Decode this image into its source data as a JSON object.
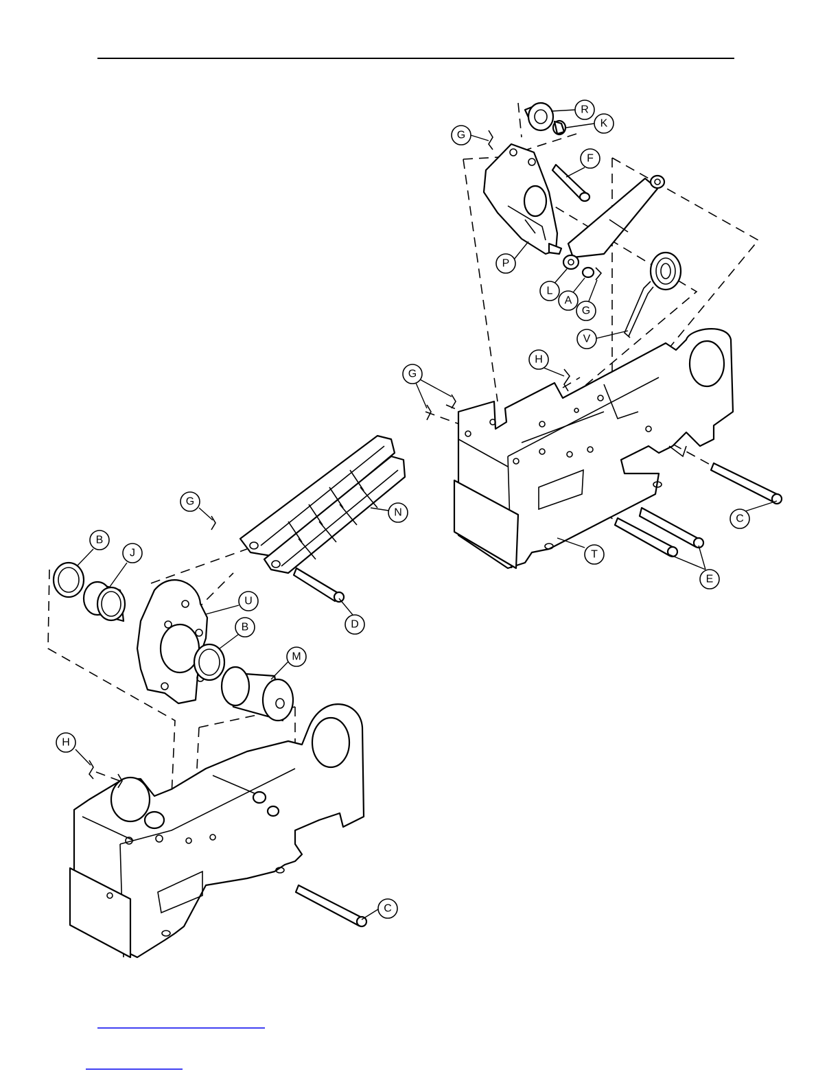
{
  "callouts": [
    {
      "id": "R",
      "label": "R"
    },
    {
      "id": "K",
      "label": "K"
    },
    {
      "id": "G1",
      "label": "G"
    },
    {
      "id": "F",
      "label": "F"
    },
    {
      "id": "P",
      "label": "P"
    },
    {
      "id": "L",
      "label": "L"
    },
    {
      "id": "A",
      "label": "A"
    },
    {
      "id": "G2",
      "label": "G"
    },
    {
      "id": "V",
      "label": "V"
    },
    {
      "id": "H1",
      "label": "H"
    },
    {
      "id": "G3",
      "label": "G"
    },
    {
      "id": "C1",
      "label": "C"
    },
    {
      "id": "T",
      "label": "T"
    },
    {
      "id": "E",
      "label": "E"
    },
    {
      "id": "G4",
      "label": "G"
    },
    {
      "id": "N",
      "label": "N"
    },
    {
      "id": "B1",
      "label": "B"
    },
    {
      "id": "J",
      "label": "J"
    },
    {
      "id": "U",
      "label": "U"
    },
    {
      "id": "D",
      "label": "D"
    },
    {
      "id": "B2",
      "label": "B"
    },
    {
      "id": "M",
      "label": "M"
    },
    {
      "id": "H2",
      "label": "H"
    },
    {
      "id": "C2",
      "label": "C"
    }
  ]
}
